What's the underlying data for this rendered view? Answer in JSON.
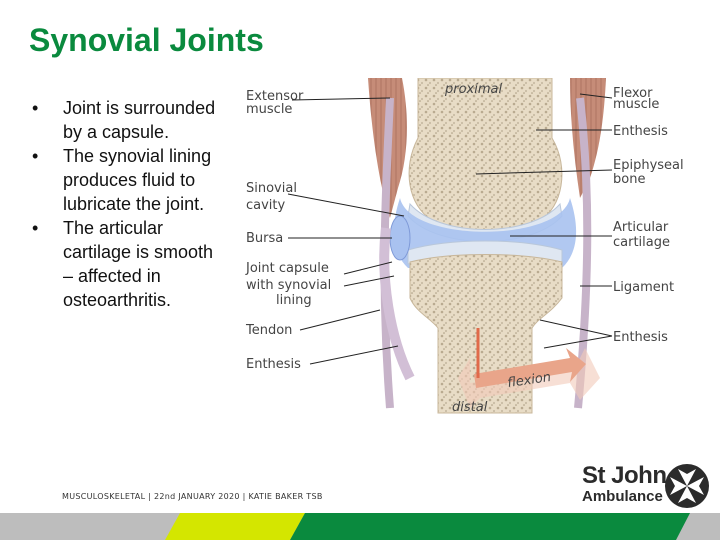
{
  "slide": {
    "title": "Synovial Joints",
    "bullets": [
      "Joint is surrounded by a capsule.",
      "The synovial lining produces fluid to lubricate the joint.",
      "The articular cartilage is smooth – affected in osteoarthritis."
    ]
  },
  "diagram": {
    "top_label": "proximal",
    "bottom_label": "distal",
    "motion_label": "flexion",
    "left_labels": [
      "Extensor",
      "muscle",
      "Sinovial",
      "cavity",
      "Bursa",
      "Joint capsule",
      "with synovial",
      "lining",
      "Tendon",
      "Enthesis"
    ],
    "right_labels": [
      "Flexor",
      "muscle",
      "Enthesis",
      "Epiphyseal",
      "bone",
      "Articular",
      "cartilage",
      "Ligament",
      "Enthesis"
    ]
  },
  "footer": {
    "text": "MUSCULOSKELETAL | 22nd JANUARY 2020 | KATIE BAKER TSB"
  },
  "logo": {
    "line1": "St John",
    "line2": "Ambulance",
    "badge_icon": "maltese-cross-icon"
  },
  "colors": {
    "title": "#0a8a3e",
    "brand_green": "#0a8a3e",
    "bar_gray": "#bdbdbd",
    "bar_yellow": "#d4e600",
    "bone": "#e6d9c2",
    "muscle": "#c88f7c",
    "cartilage": "#dfe7f2",
    "synovial": "#a9c2f0",
    "flexion_arrow": "#e9a58a"
  }
}
